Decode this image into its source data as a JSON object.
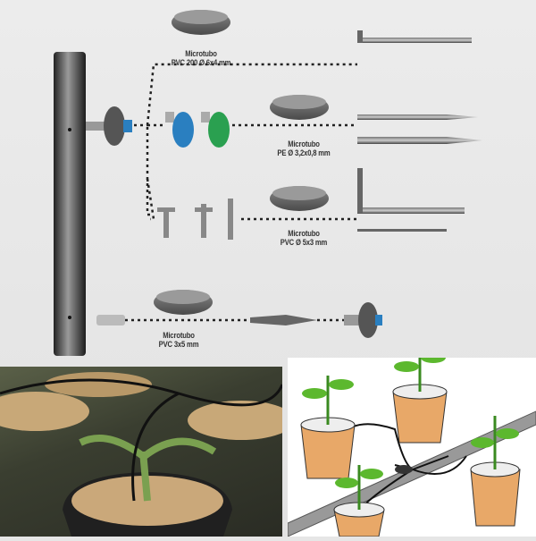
{
  "labels": {
    "tube1": {
      "line1": "Microtubo",
      "line2": "PVC 200 Ø 6x4 mm"
    },
    "tube2": {
      "line1": "Microtubo",
      "line2": "PE Ø 3,2x0,8 mm"
    },
    "tube3": {
      "line1": "Microtubo",
      "line2": "PVC Ø 5x3 mm"
    },
    "tube4": {
      "line1": "Microtubo",
      "line2": "PVC 3x5 mm"
    }
  },
  "colors": {
    "dripper_blue": "#2a7fc0",
    "dripper_green": "#2aa050",
    "pipe": "#3a3a3a",
    "pot": "#e8a868",
    "leaf": "#5cb82e"
  }
}
